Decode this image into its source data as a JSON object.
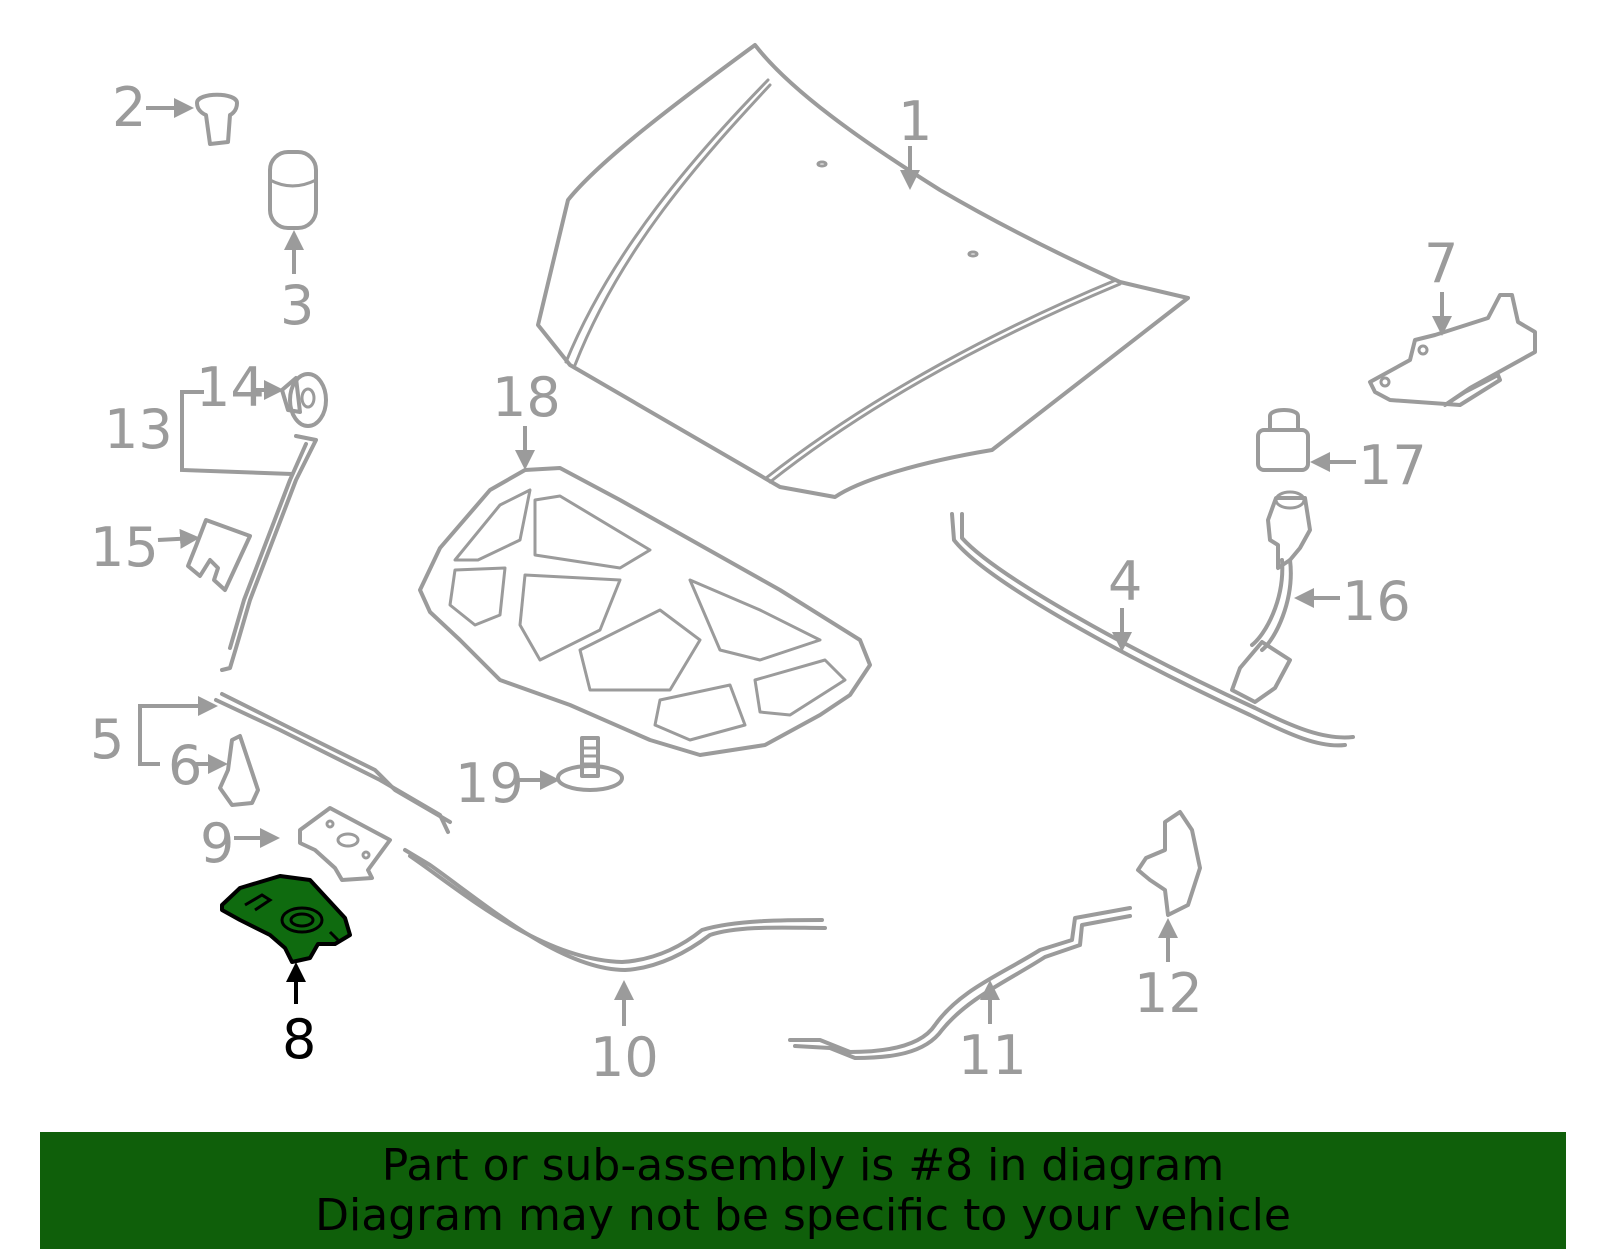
{
  "diagram": {
    "highlighted_part": "8",
    "callouts": [
      "1",
      "2",
      "3",
      "4",
      "5",
      "6",
      "7",
      "8",
      "9",
      "10",
      "11",
      "12",
      "13",
      "14",
      "15",
      "16",
      "17",
      "18",
      "19"
    ],
    "colors": {
      "part_stroke": "#9b9b9b",
      "highlight_fill": "#0f6b0f",
      "banner_bg": "#0f5f0a"
    }
  },
  "banner": {
    "line1": "Part or sub-assembly is #8 in diagram",
    "line2": "Diagram may not be specific to your vehicle"
  }
}
